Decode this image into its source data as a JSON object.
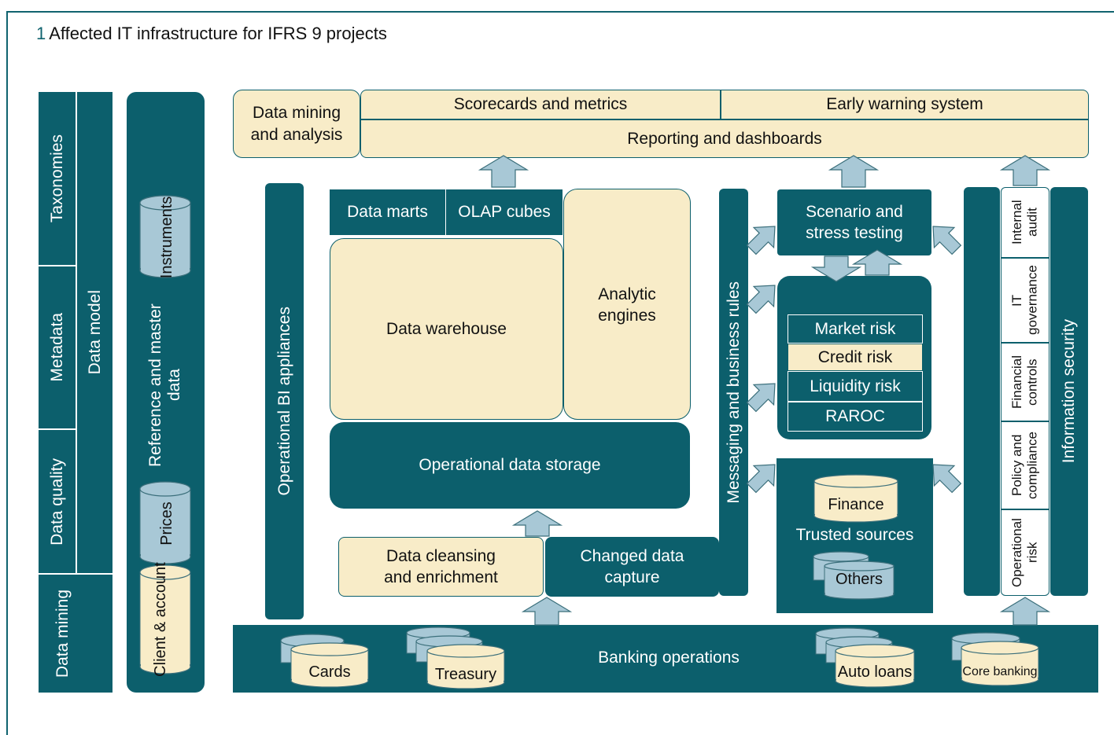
{
  "figure": {
    "number": "1",
    "title": "Affected IT infrastructure for IFRS 9 projects"
  },
  "left_panel": {
    "taxonomies": "Taxonomies",
    "metadata": "Metadata",
    "data_quality": "Data quality",
    "data_mining": "Data mining",
    "data_model": "Data model"
  },
  "ref_panel": {
    "label": "Reference and master data",
    "instruments": "Instruments",
    "prices": "Prices",
    "client_account": "Client & account"
  },
  "top": {
    "data_mining_analysis": "Data mining and analysis",
    "scorecards": "Scorecards and metrics",
    "early_warning": "Early warning system",
    "reporting": "Reporting and dashboards"
  },
  "center": {
    "operational_bi": "Operational BI appliances",
    "data_marts": "Data marts",
    "olap_cubes": "OLAP cubes",
    "data_warehouse": "Data warehouse",
    "analytic_engines": "Analytic engines",
    "ods": "Operational data storage",
    "cleansing": "Data cleansing and enrichment",
    "cdc": "Changed data capture",
    "messaging": "Messaging and business rules"
  },
  "risk": {
    "scenario": "Scenario and stress testing",
    "market": "Market risk",
    "credit": "Credit risk",
    "liquidity": "Liquidity risk",
    "raroc": "RAROC",
    "trusted": "Trusted sources",
    "finance": "Finance",
    "others": "Others"
  },
  "governance": {
    "internal_audit": "Internal audit",
    "it_governance": "IT governance",
    "financial_controls": "Financial controls",
    "policy": "Policy and compliance",
    "operational_risk": "Operational risk",
    "info_security": "Information security"
  },
  "bottom": {
    "banking": "Banking operations",
    "cards": "Cards",
    "treasury": "Treasury",
    "auto_loans": "Auto loans",
    "core_banking": "Core banking"
  }
}
